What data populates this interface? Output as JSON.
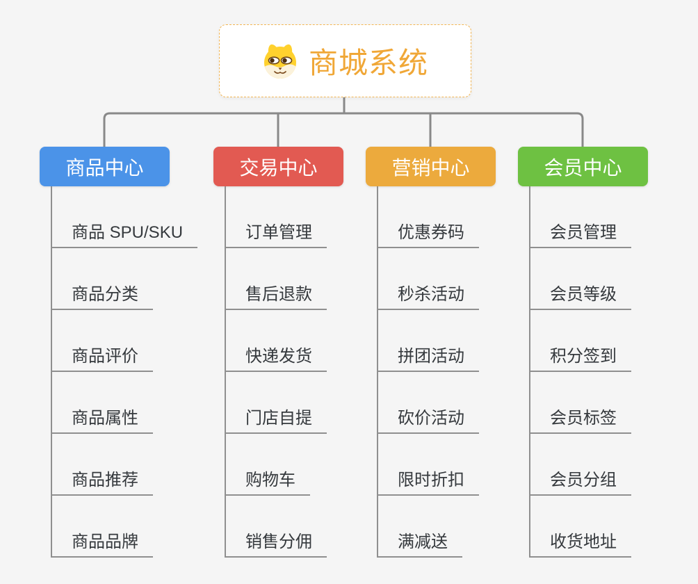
{
  "root": {
    "label": "商城系统",
    "icon": "dog-face-icon",
    "accent_color": "#f0a737",
    "border_color": "#f2b553"
  },
  "background_color": "#f5f5f5",
  "connector_color": "#898989",
  "underline_color": "#8f8f8f",
  "branches": [
    {
      "label": "商品中心",
      "color": "#4b93e8",
      "items": [
        "商品 SPU/SKU",
        "商品分类",
        "商品评价",
        "商品属性",
        "商品推荐",
        "商品品牌"
      ]
    },
    {
      "label": "交易中心",
      "color": "#e25a52",
      "items": [
        "订单管理",
        "售后退款",
        "快递发货",
        "门店自提",
        "购物车",
        "销售分佣"
      ]
    },
    {
      "label": "营销中心",
      "color": "#ecaa3d",
      "items": [
        "优惠券码",
        "秒杀活动",
        "拼团活动",
        "砍价活动",
        "限时折扣",
        "满减送"
      ]
    },
    {
      "label": "会员中心",
      "color": "#6ec142",
      "items": [
        "会员管理",
        "会员等级",
        "积分签到",
        "会员标签",
        "会员分组",
        "收货地址"
      ]
    }
  ]
}
